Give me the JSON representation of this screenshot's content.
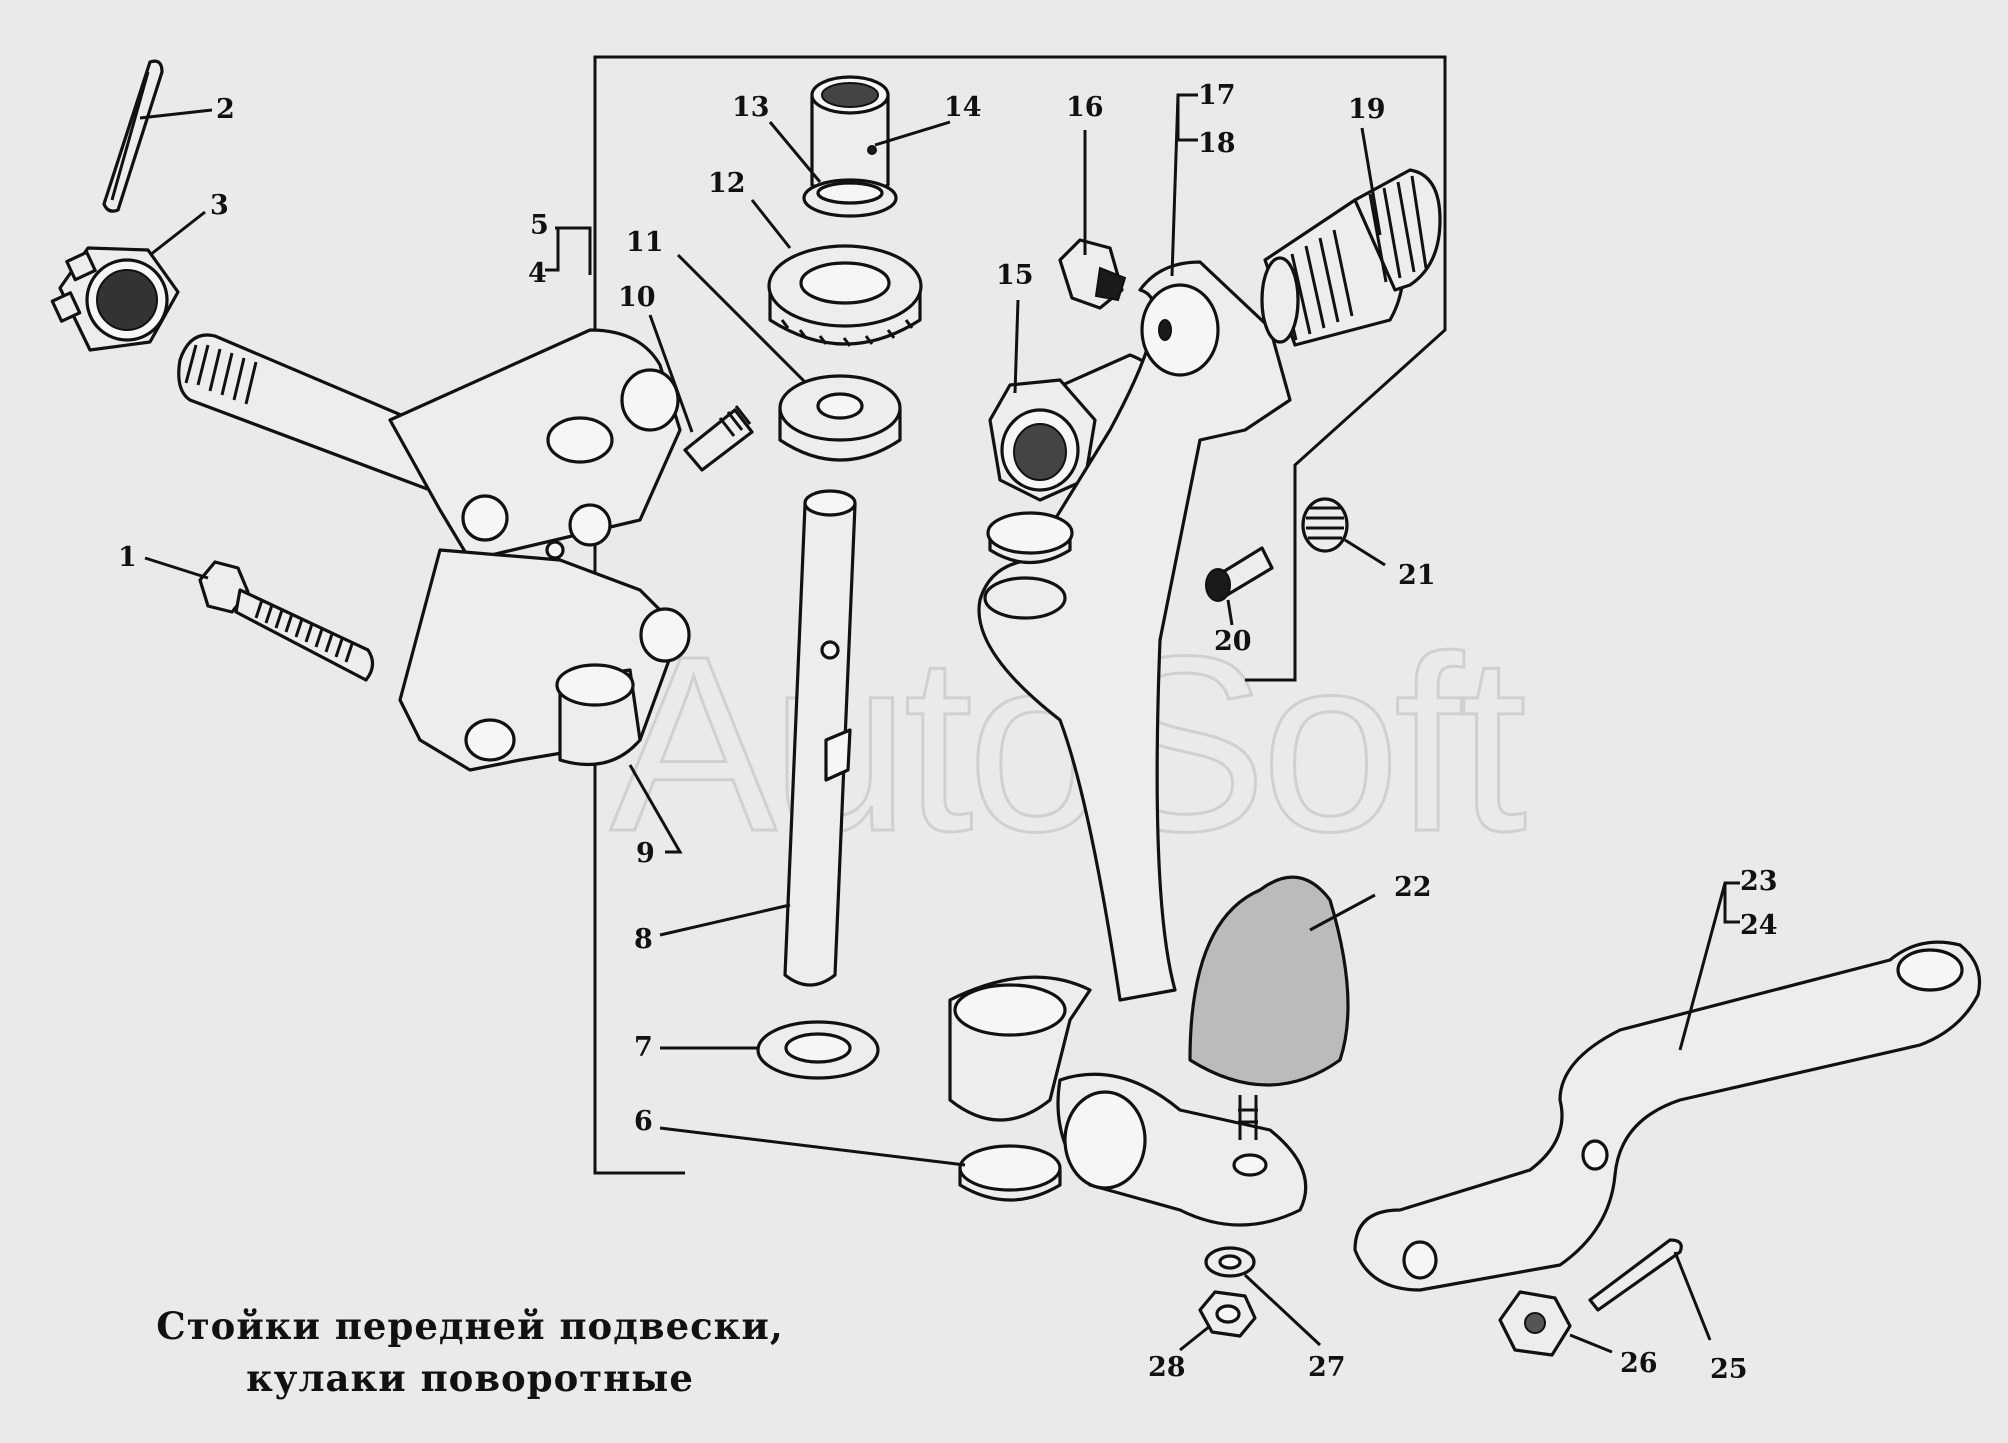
{
  "title": {
    "line1": "Стойки передней подвески,",
    "line2": "кулаки поворотные"
  },
  "watermark": "AutoSoft",
  "callouts": [
    "1",
    "2",
    "3",
    "4",
    "5",
    "6",
    "7",
    "8",
    "9",
    "10",
    "11",
    "12",
    "13",
    "14",
    "15",
    "16",
    "17",
    "18",
    "19",
    "20",
    "21",
    "22",
    "23",
    "24",
    "25",
    "26",
    "27",
    "28"
  ],
  "colors": {
    "background": "#eaeaea",
    "ink": "#111111",
    "watermark": "#d0d0d0"
  }
}
